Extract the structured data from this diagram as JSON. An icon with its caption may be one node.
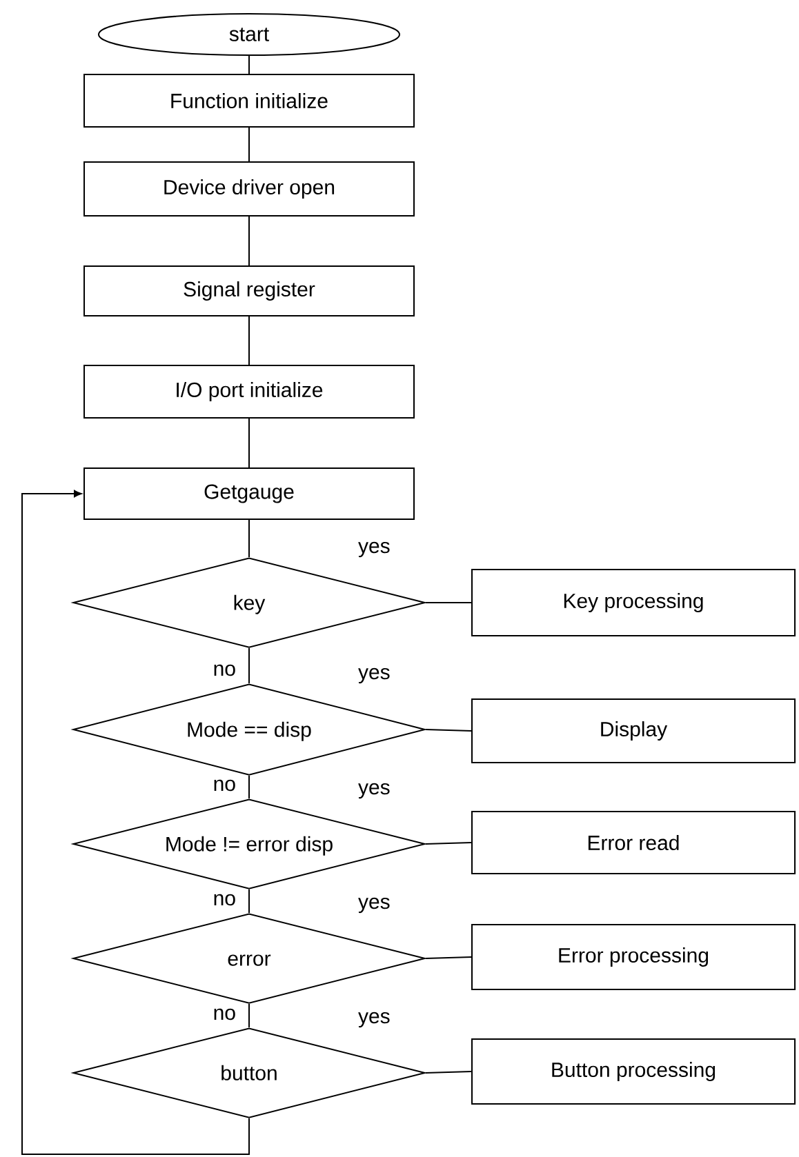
{
  "diagram": {
    "nodes": [
      {
        "text": [
          "start"
        ]
      },
      {
        "text": [
          "Function initialize"
        ]
      },
      {
        "text": [
          "Device driver open"
        ]
      },
      {
        "text": [
          "Signal register"
        ]
      },
      {
        "text": [
          "I/O port initialize"
        ]
      },
      {
        "text": [
          "Getgauge"
        ]
      },
      {
        "text": [
          "key"
        ]
      },
      {
        "text": [
          "Key processing"
        ]
      },
      {
        "text": [
          "Mode == disp"
        ]
      },
      {
        "text": [
          "Display"
        ]
      },
      {
        "text": [
          "Mode != error disp"
        ]
      },
      {
        "text": [
          "Error read"
        ]
      },
      {
        "text": [
          "error"
        ]
      },
      {
        "text": [
          "Error processing"
        ]
      },
      {
        "text": [
          "button"
        ]
      },
      {
        "text": [
          "Button processing"
        ]
      }
    ],
    "edges": [
      {
        "from": 0,
        "to": 1,
        "arrow": "none"
      },
      {
        "from": 1,
        "to": 2,
        "arrow": "none"
      },
      {
        "from": 2,
        "to": 3,
        "arrow": "none"
      },
      {
        "from": 3,
        "to": 4,
        "arrow": "none"
      },
      {
        "from": 4,
        "to": 5,
        "arrow": "none"
      },
      {
        "from": 5,
        "to": 6,
        "arrow": "none"
      },
      {
        "from": 6,
        "to": 7,
        "arrow": "none",
        "label": "yes"
      },
      {
        "from": 6,
        "to": 8,
        "arrow": "none",
        "label": "no"
      },
      {
        "from": 8,
        "to": 9,
        "arrow": "none",
        "label": "yes"
      },
      {
        "from": 8,
        "to": 10,
        "arrow": "none",
        "label": "no"
      },
      {
        "from": 10,
        "to": 11,
        "arrow": "none",
        "label": "yes"
      },
      {
        "from": 10,
        "to": 12,
        "arrow": "none",
        "label": "no"
      },
      {
        "from": 12,
        "to": 13,
        "arrow": "none",
        "label": "yes"
      },
      {
        "from": 12,
        "to": 14,
        "arrow": "none",
        "label": "no"
      },
      {
        "from": 14,
        "to": 15,
        "arrow": "none",
        "label": "yes"
      },
      {
        "from": 14,
        "to": 5,
        "arrow": "to"
      }
    ]
  }
}
